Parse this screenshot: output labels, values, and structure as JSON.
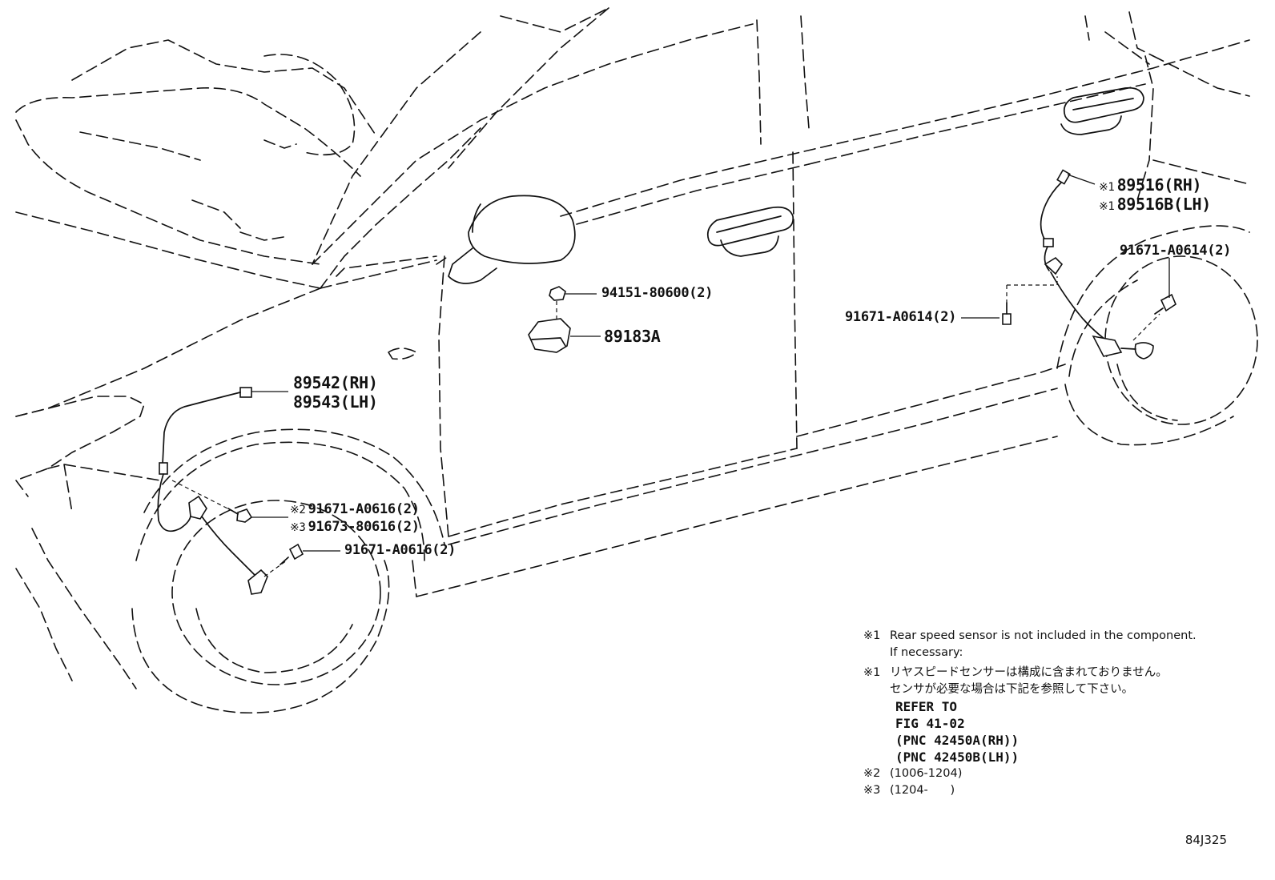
{
  "callouts": {
    "rear_sensor_rh": {
      "mark": "※1",
      "code": "89516(RH)"
    },
    "rear_sensor_lh": {
      "mark": "※1",
      "code": "89516B(LH)"
    },
    "rear_bolt_right": "91671-A0614(2)",
    "rear_bolt_left": "91671-A0614(2)",
    "nut": "94151-80600(2)",
    "bracket": "89183A",
    "front_sensor_rh": "89542(RH)",
    "front_sensor_lh": "89543(LH)",
    "front_bolt_1": {
      "mark": "※2",
      "code": "91671-A0616(2)"
    },
    "front_bolt_2": {
      "mark": "※3",
      "code": "91673-80616(2)"
    },
    "front_bolt_3": "91671-A0616(2)"
  },
  "notes": {
    "n1_mark": "※1",
    "n1_en_line1": "Rear speed sensor is not included in the component.",
    "n1_en_line2": "If necessary:",
    "n1_jp_mark": "※1",
    "n1_jp_line1": "リヤスピードセンサーは構成に含まれておりません。",
    "n1_jp_line2": "センサが必要な場合は下記を参照して下さい。",
    "refer_line1": "REFER TO",
    "refer_line2": "FIG 41-02",
    "refer_line3": "(PNC 42450A(RH))",
    "refer_line4": "(PNC 42450B(LH))",
    "n2_mark": "※2",
    "n2_text": "(1006-1204)",
    "n3_mark": "※3",
    "n3_text": "(1204-      )"
  },
  "figure_id": "84J325"
}
